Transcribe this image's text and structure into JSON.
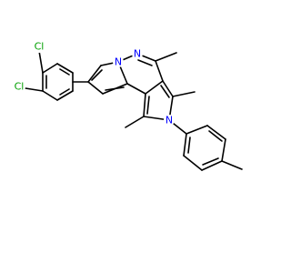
{
  "molecule": {
    "atoms": [
      {
        "symbol": "Cl",
        "color": "#00a000"
      },
      {
        "symbol": "Cl",
        "color": "#00a000"
      },
      {
        "symbol": "N",
        "color": "#0000ff"
      },
      {
        "symbol": "N",
        "color": "#0000ff"
      },
      {
        "symbol": "N",
        "color": "#0000ff"
      }
    ]
  }
}
